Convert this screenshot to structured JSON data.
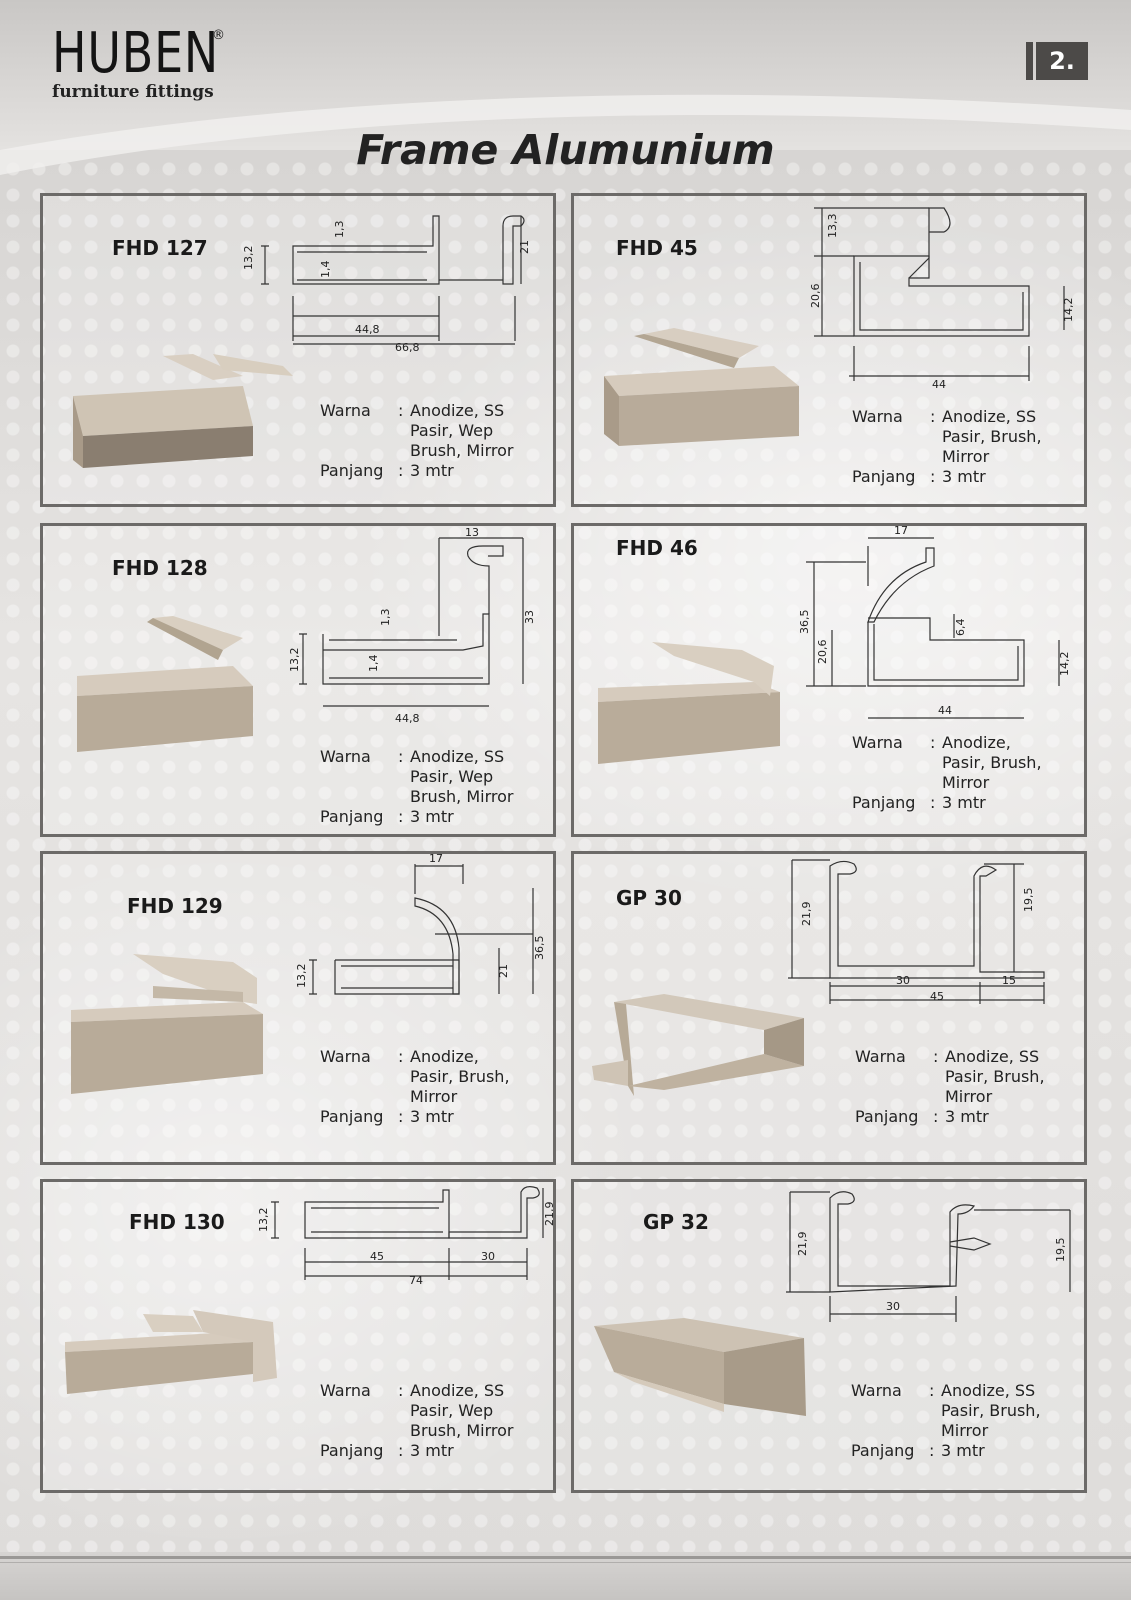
{
  "brand": {
    "logo": "HUBEN",
    "registered": "®",
    "tagline": "furniture fittings"
  },
  "page_number": "2.",
  "title": "Frame Alumunium",
  "labels": {
    "warna": "Warna",
    "panjang": "Panjang",
    "colon": ":"
  },
  "products": [
    {
      "code": "FHD 127",
      "warna": [
        "Anodize, SS",
        "Pasir, Wep",
        "Brush, Mirror"
      ],
      "panjang": "3 mtr",
      "dims": {
        "a": "1,3",
        "b": "13,2",
        "c": "1,4",
        "d": "21",
        "e": "44,8",
        "f": "66,8"
      }
    },
    {
      "code": "FHD 45",
      "warna": [
        "Anodize, SS",
        "Pasir, Brush,",
        "Mirror"
      ],
      "panjang": "3 mtr",
      "dims": {
        "a": "13,3",
        "b": "20,6",
        "c": "14,2",
        "d": "44"
      }
    },
    {
      "code": "FHD 128",
      "warna": [
        "Anodize, SS",
        "Pasir, Wep",
        "Brush, Mirror"
      ],
      "panjang": "3 mtr",
      "dims": {
        "a": "13",
        "b": "1,3",
        "c": "33",
        "d": "13,2",
        "e": "1,4",
        "f": "44,8"
      }
    },
    {
      "code": "FHD 46",
      "warna": [
        "Anodize,",
        "Pasir, Brush,",
        "Mirror"
      ],
      "panjang": "3 mtr",
      "dims": {
        "a": "17",
        "b": "36,5",
        "c": "6,4",
        "d": "20,6",
        "e": "14,2",
        "f": "44"
      }
    },
    {
      "code": "FHD 129",
      "warna": [
        "Anodize,",
        "Pasir, Brush,",
        "Mirror"
      ],
      "panjang": "3 mtr",
      "dims": {
        "a": "17",
        "b": "36,5",
        "c": "13,2",
        "d": "21"
      }
    },
    {
      "code": "GP 30",
      "warna": [
        "Anodize, SS",
        "Pasir, Brush,",
        "Mirror"
      ],
      "panjang": "3 mtr",
      "dims": {
        "a": "21,9",
        "b": "19,5",
        "c": "30",
        "d": "15",
        "e": "45"
      }
    },
    {
      "code": "FHD 130",
      "warna": [
        "Anodize, SS",
        "Pasir, Wep",
        "Brush, Mirror"
      ],
      "panjang": "3 mtr",
      "dims": {
        "a": "13,2",
        "b": "21,9",
        "c": "45",
        "d": "30",
        "e": "74"
      }
    },
    {
      "code": "GP 32",
      "warna": [
        "Anodize, SS",
        "Pasir, Brush,",
        "Mirror"
      ],
      "panjang": "3 mtr",
      "dims": {
        "a": "21,9",
        "b": "19,5",
        "c": "30"
      }
    }
  ]
}
